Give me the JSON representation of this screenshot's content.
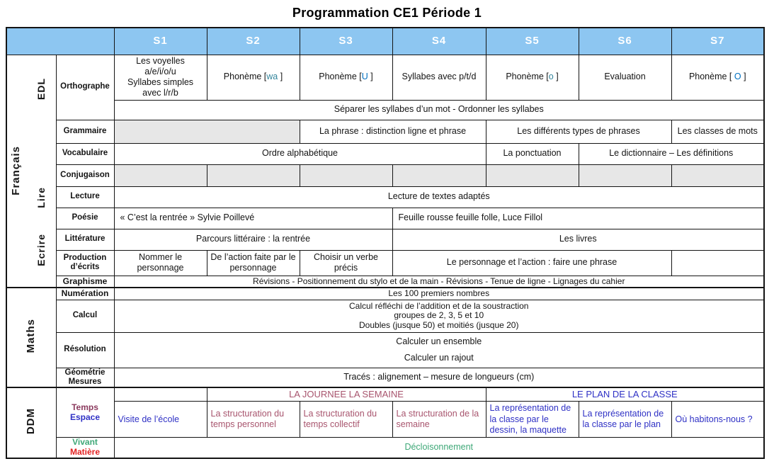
{
  "title": "Programmation CE1 Période 1",
  "weeks": [
    "S1",
    "S2",
    "S3",
    "S4",
    "S5",
    "S6",
    "S7"
  ],
  "colors": {
    "header_bg": "#8DC6F1",
    "header_text": "#FFFFFF",
    "grey_cell": "#E7E7E7",
    "phoneme_teal": "#31849B",
    "phoneme_blue": "#0070C0",
    "rose": "#A8556E",
    "dark_plum": "#8B3A5E",
    "blue_violet": "#2F31C5",
    "green": "#3FA878",
    "red": "#E32222"
  },
  "labels": {
    "francais": "Français",
    "edl": "EDL",
    "lire": "Lire",
    "ecrire": "Ecrire",
    "maths": "Maths",
    "ddm": "DDM",
    "orthographe": "Orthographe",
    "grammaire": "Grammaire",
    "vocabulaire": "Vocabulaire",
    "conjugaison": "Conjugaison",
    "lecture": "Lecture",
    "poesie": "Poésie",
    "litterature": "Littérature",
    "production1": "Production",
    "production2": "d’écrits",
    "graphisme": "Graphisme",
    "numeration": "Numération",
    "calcul": "Calcul",
    "resolution": "Résolution",
    "geometrie1": "Géométrie",
    "geometrie2": "Mesures",
    "temps": "Temps",
    "espace": "Espace",
    "vivant": "Vivant",
    "matiere": "Matière"
  },
  "orthographe": {
    "s1": {
      "l1": "Les voyelles",
      "l2": "a/e/i/o/u",
      "l3": "Syllabes simples",
      "l4": "avec l/r/b"
    },
    "s2": {
      "pre": "Phonème [",
      "ph": "wa",
      "post": " ]"
    },
    "s3": {
      "pre": "Phonème [",
      "ph": "U",
      "post": " ]"
    },
    "s4": "Syllabes avec p/t/d",
    "s5": {
      "pre": "Phonème [",
      "ph": "o",
      "post": " ]"
    },
    "s6": "Evaluation",
    "s7": {
      "pre": "Phonème [ ",
      "ph": "O",
      "post": " ]"
    },
    "sub": "Séparer les syllabes d’un mot - Ordonner les syllabes"
  },
  "grammaire": {
    "c2": "La phrase : distinction ligne et phrase",
    "c3": "Les différents types de phrases",
    "c4": "Les classes de mots"
  },
  "vocabulaire": {
    "c1": "Ordre alphabétique",
    "c2": "La ponctuation",
    "c3": "Le dictionnaire – Les définitions"
  },
  "lecture_row": "Lecture de textes adaptés",
  "poesie_row": {
    "c1": "« C’est la rentrée » Sylvie Poillevé",
    "c2": "Feuille rousse feuille folle, Luce Fillol"
  },
  "litterature_row": {
    "c1": "Parcours littéraire : la rentrée",
    "c2": "Les livres"
  },
  "production_row": {
    "s1": "Nommer le personnage",
    "s2": "De l’action faite par le personnage",
    "s3": "Choisir un verbe précis",
    "c4": "Le personnage et l’action : faire une phrase"
  },
  "graphisme_row": "Révisions - Positionnement du stylo et de la main  -  Révisions - Tenue de ligne  -  Lignages du cahier",
  "numeration_row": "Les 100 premiers nombres",
  "calcul_row": {
    "l1": "Calcul réfléchi de l’addition et de la soustraction",
    "l2": "groupes de 2, 3, 5 et 10",
    "l3": "Doubles (jusque 50) et moitiés (jusque 20)"
  },
  "resolution_row": {
    "l1": "Calculer un ensemble",
    "l2": "Calculer un rajout"
  },
  "geometrie_row": "Tracés : alignement – mesure de longueurs (cm)",
  "temps_row": {
    "header_journee": "LA JOURNEE LA SEMAINE",
    "header_plan": "LE PLAN DE LA CLASSE",
    "s1": "Visite de l’école",
    "s2": "La structuration du temps personnel",
    "s3": "La structuration du temps collectif",
    "s4": "La structuration de la semaine",
    "s5": "La représentation de la classe par le dessin, la maquette",
    "s6": "La représentation de la classe par le plan",
    "s7": "Où habitons-nous ?"
  },
  "vivant_row": "Décloisonnement"
}
